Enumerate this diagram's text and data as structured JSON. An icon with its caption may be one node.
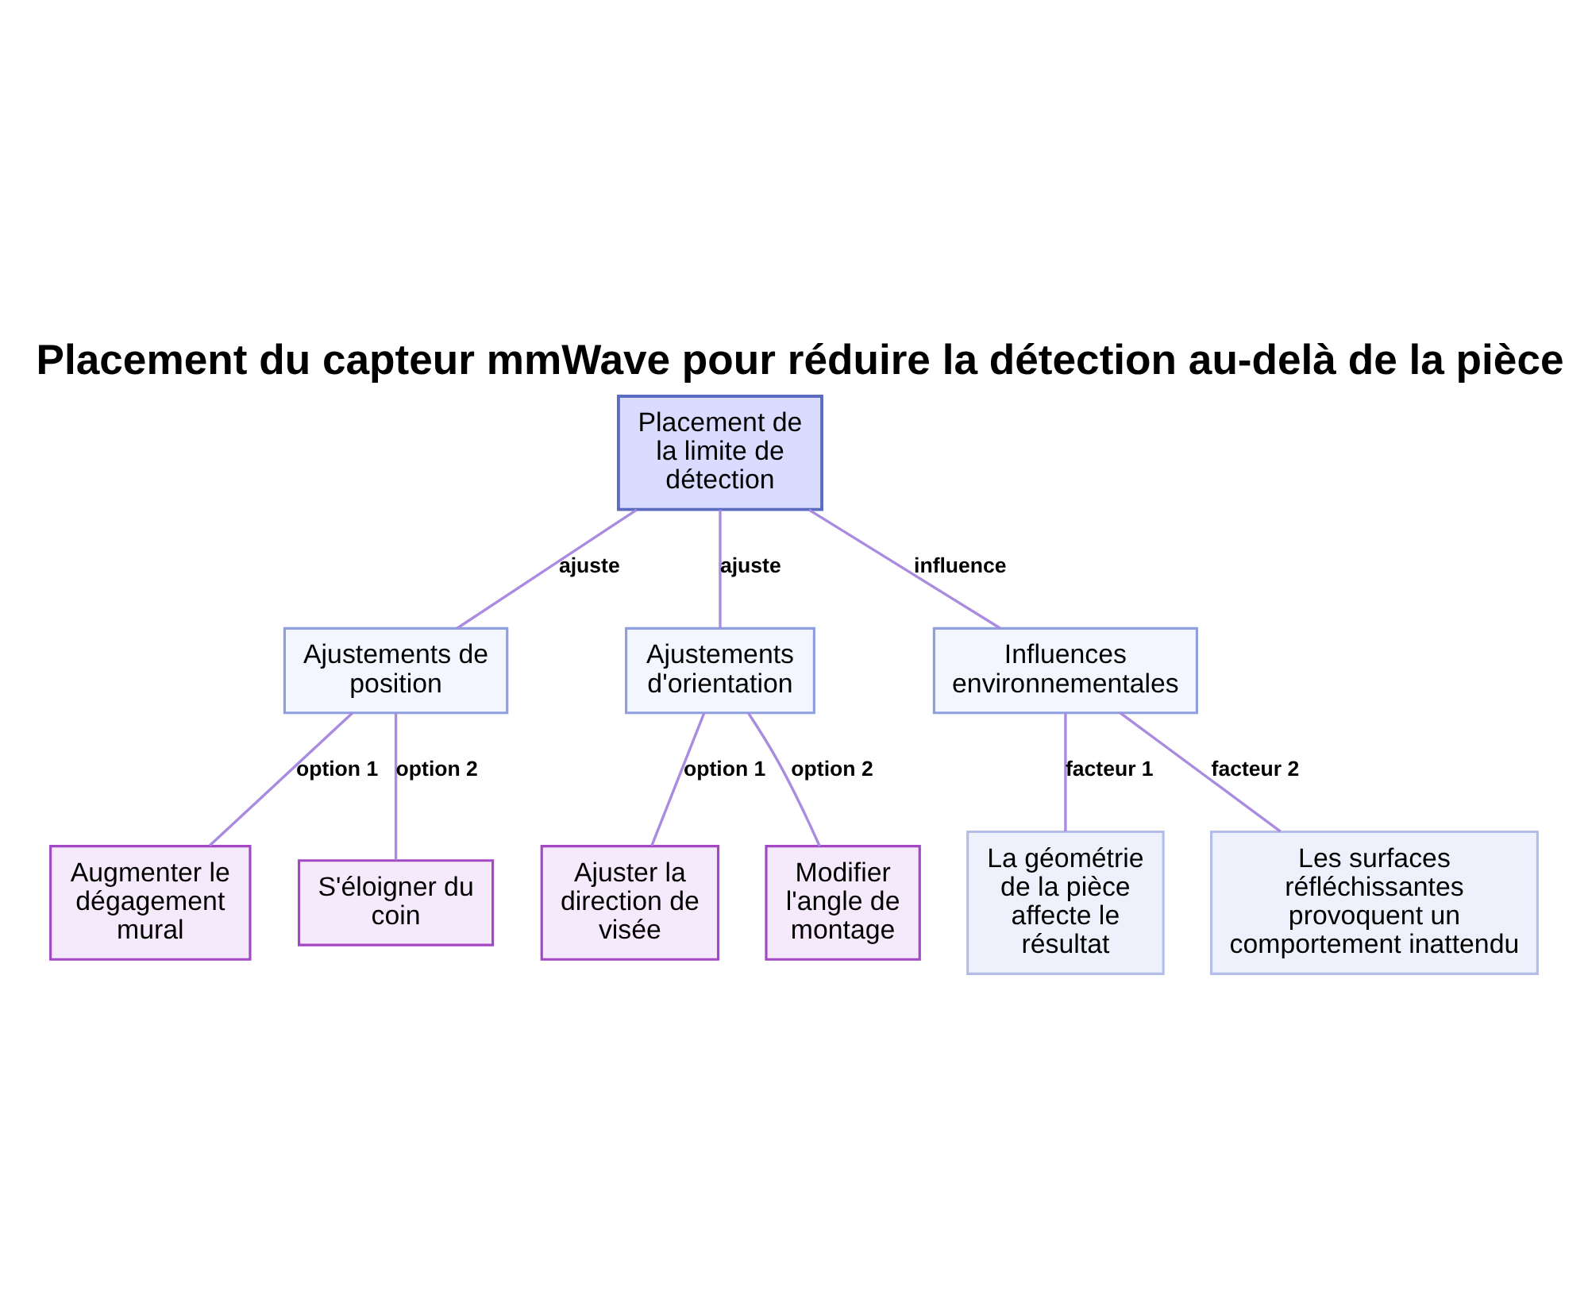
{
  "diagram": {
    "title": "Placement du capteur mmWave pour réduire la détection au-delà de la pièce",
    "nodes": [
      {
        "text": [
          "Placement de la limite de détection"
        ]
      },
      {
        "text": [
          "Ajustements de position"
        ]
      },
      {
        "text": [
          "Ajustements d'orientation"
        ]
      },
      {
        "text": [
          "Influences environnementales"
        ]
      },
      {
        "text": [
          "Augmenter le dégagement mural"
        ]
      },
      {
        "text": [
          "S'éloigner du coin"
        ]
      },
      {
        "text": [
          "Ajuster la direction de visée"
        ]
      },
      {
        "text": [
          "Modifier l'angle de montage"
        ]
      },
      {
        "text": [
          "La géométrie de la pièce affecte le résultat"
        ]
      },
      {
        "text": [
          "Les surfaces réfléchissantes provoquent un comportement inattendu"
        ]
      }
    ],
    "edges": [
      {
        "from": 0,
        "to": 1,
        "arrow": "none",
        "label": "ajuste"
      },
      {
        "from": 0,
        "to": 2,
        "arrow": "none",
        "label": "ajuste"
      },
      {
        "from": 0,
        "to": 3,
        "arrow": "none",
        "label": "influence"
      },
      {
        "from": 1,
        "to": 4,
        "arrow": "none",
        "label": "option 1"
      },
      {
        "from": 1,
        "to": 5,
        "arrow": "none",
        "label": "option 2"
      },
      {
        "from": 2,
        "to": 6,
        "arrow": "none",
        "label": "option 1"
      },
      {
        "from": 2,
        "to": 7,
        "arrow": "none",
        "label": "option 2"
      },
      {
        "from": 3,
        "to": 8,
        "arrow": "none",
        "label": "facteur 1"
      },
      {
        "from": 3,
        "to": 9,
        "arrow": "none",
        "label": "facteur 2"
      }
    ]
  }
}
